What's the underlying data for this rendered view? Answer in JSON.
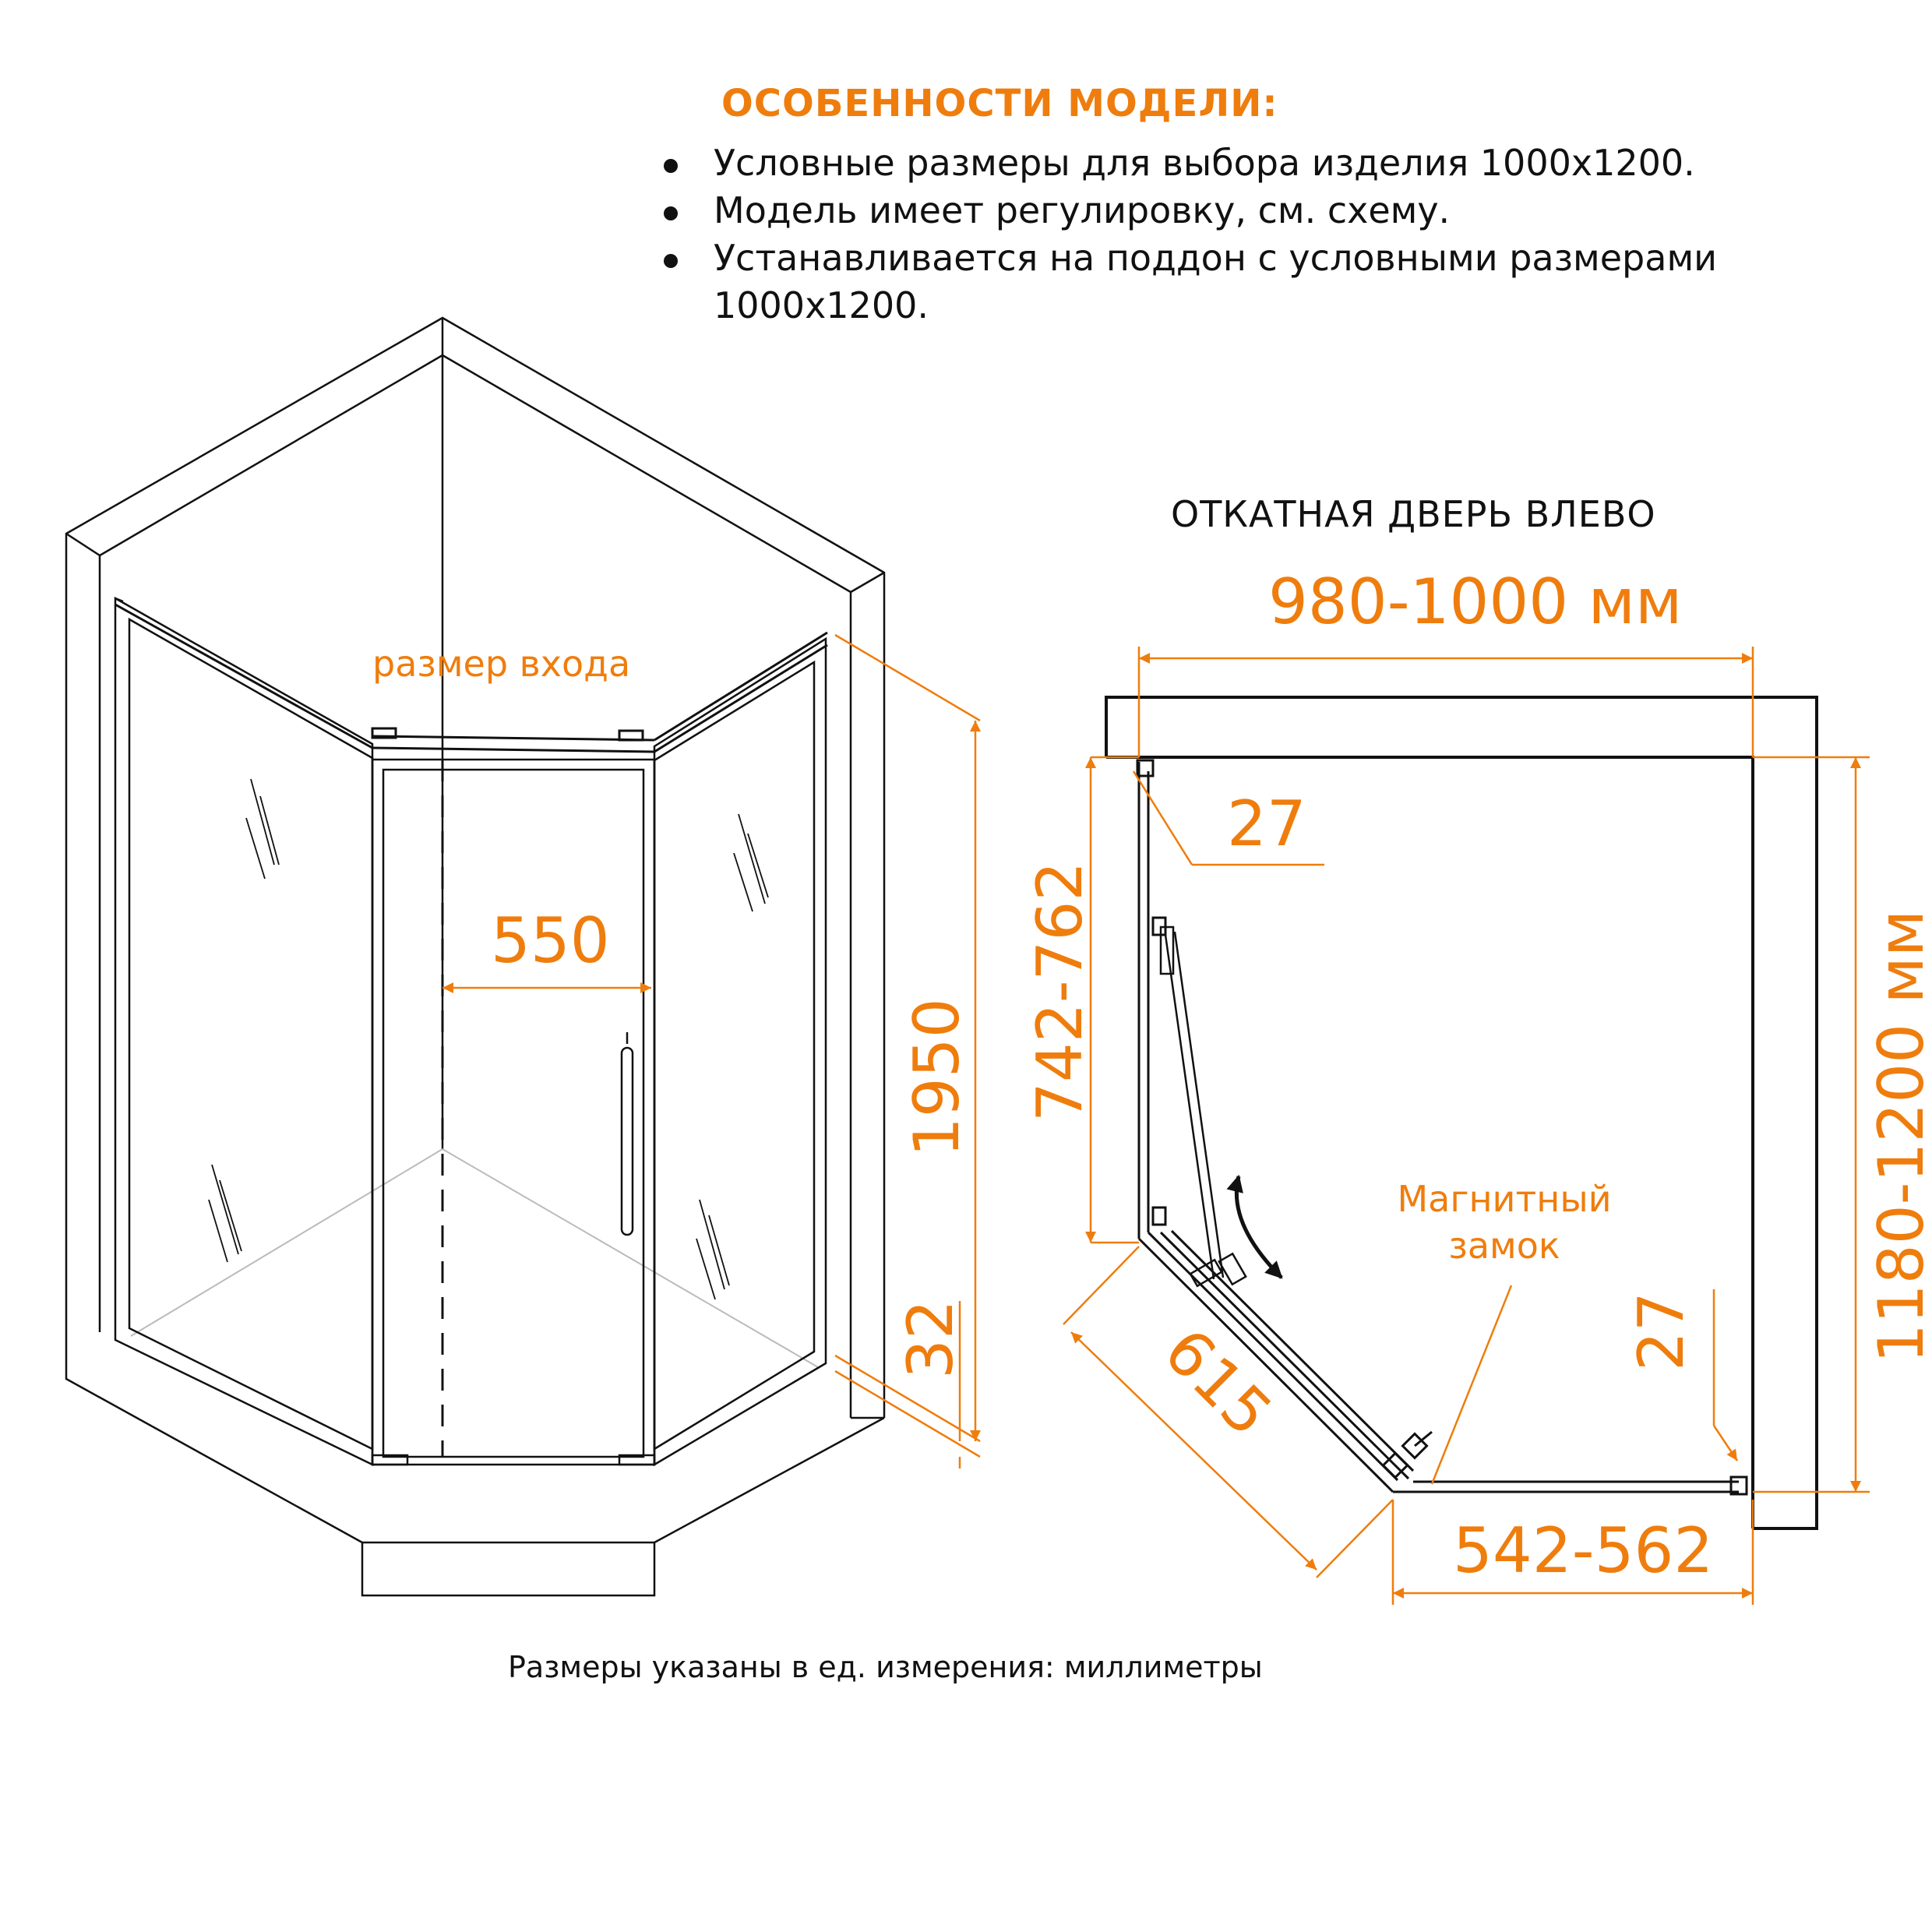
{
  "features": {
    "title": "ОСОБЕННОСТИ МОДЕЛИ:",
    "items": [
      "Условные размеры для выбора изделия 1000х1200.",
      "Модель имеет регулировку, см. схему.",
      "Устанавливается на поддон с условными размерами 1000х1200."
    ]
  },
  "iso_view": {
    "entrance_label": "размер входа",
    "entrance_width": "550",
    "height": "1950",
    "base_height": "32"
  },
  "plan_view": {
    "title": "ОТКАТНАЯ ДВЕРЬ ВЛЕВО",
    "width_range": "980-1000 мм",
    "depth_range": "1180-1200 мм",
    "left_side": "742-762",
    "diagonal": "615",
    "bottom_side": "542-562",
    "profile_top": "27",
    "profile_right": "27",
    "lock_label_line1": "Магнитный",
    "lock_label_line2": "замок"
  },
  "footnote": "Размеры указаны в ед. измерения: миллиметры",
  "colors": {
    "accent": "#EF7D0D",
    "line": "#111111",
    "light_line": "#bbbbbb"
  }
}
